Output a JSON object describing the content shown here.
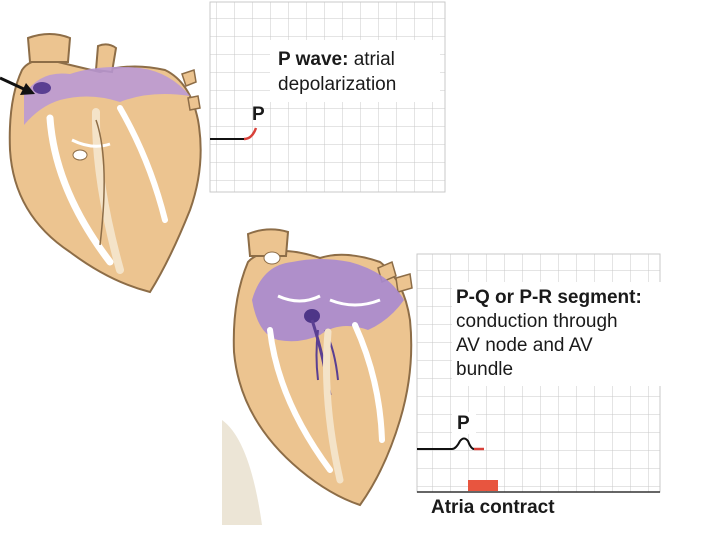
{
  "panel_top": {
    "title_bold": "P wave:",
    "title_rest": " atrial",
    "title_line2": "depolarization",
    "wave_label": "P"
  },
  "panel_bottom": {
    "title_bold": "P-Q or P-R segment:",
    "lines": [
      "conduction through",
      "AV node and AV",
      "bundle"
    ],
    "wave_label": "P",
    "caption": "Atria contract"
  },
  "colors": {
    "grid": "#c9c9c9",
    "heart_fill": "#ecc490",
    "heart_outline": "#8d6d47",
    "depolarized": "#a88ad0",
    "ecg_highlight": "#d8413a",
    "contract_bar": "#e8553f",
    "beige_corner": "#ece5d6"
  }
}
